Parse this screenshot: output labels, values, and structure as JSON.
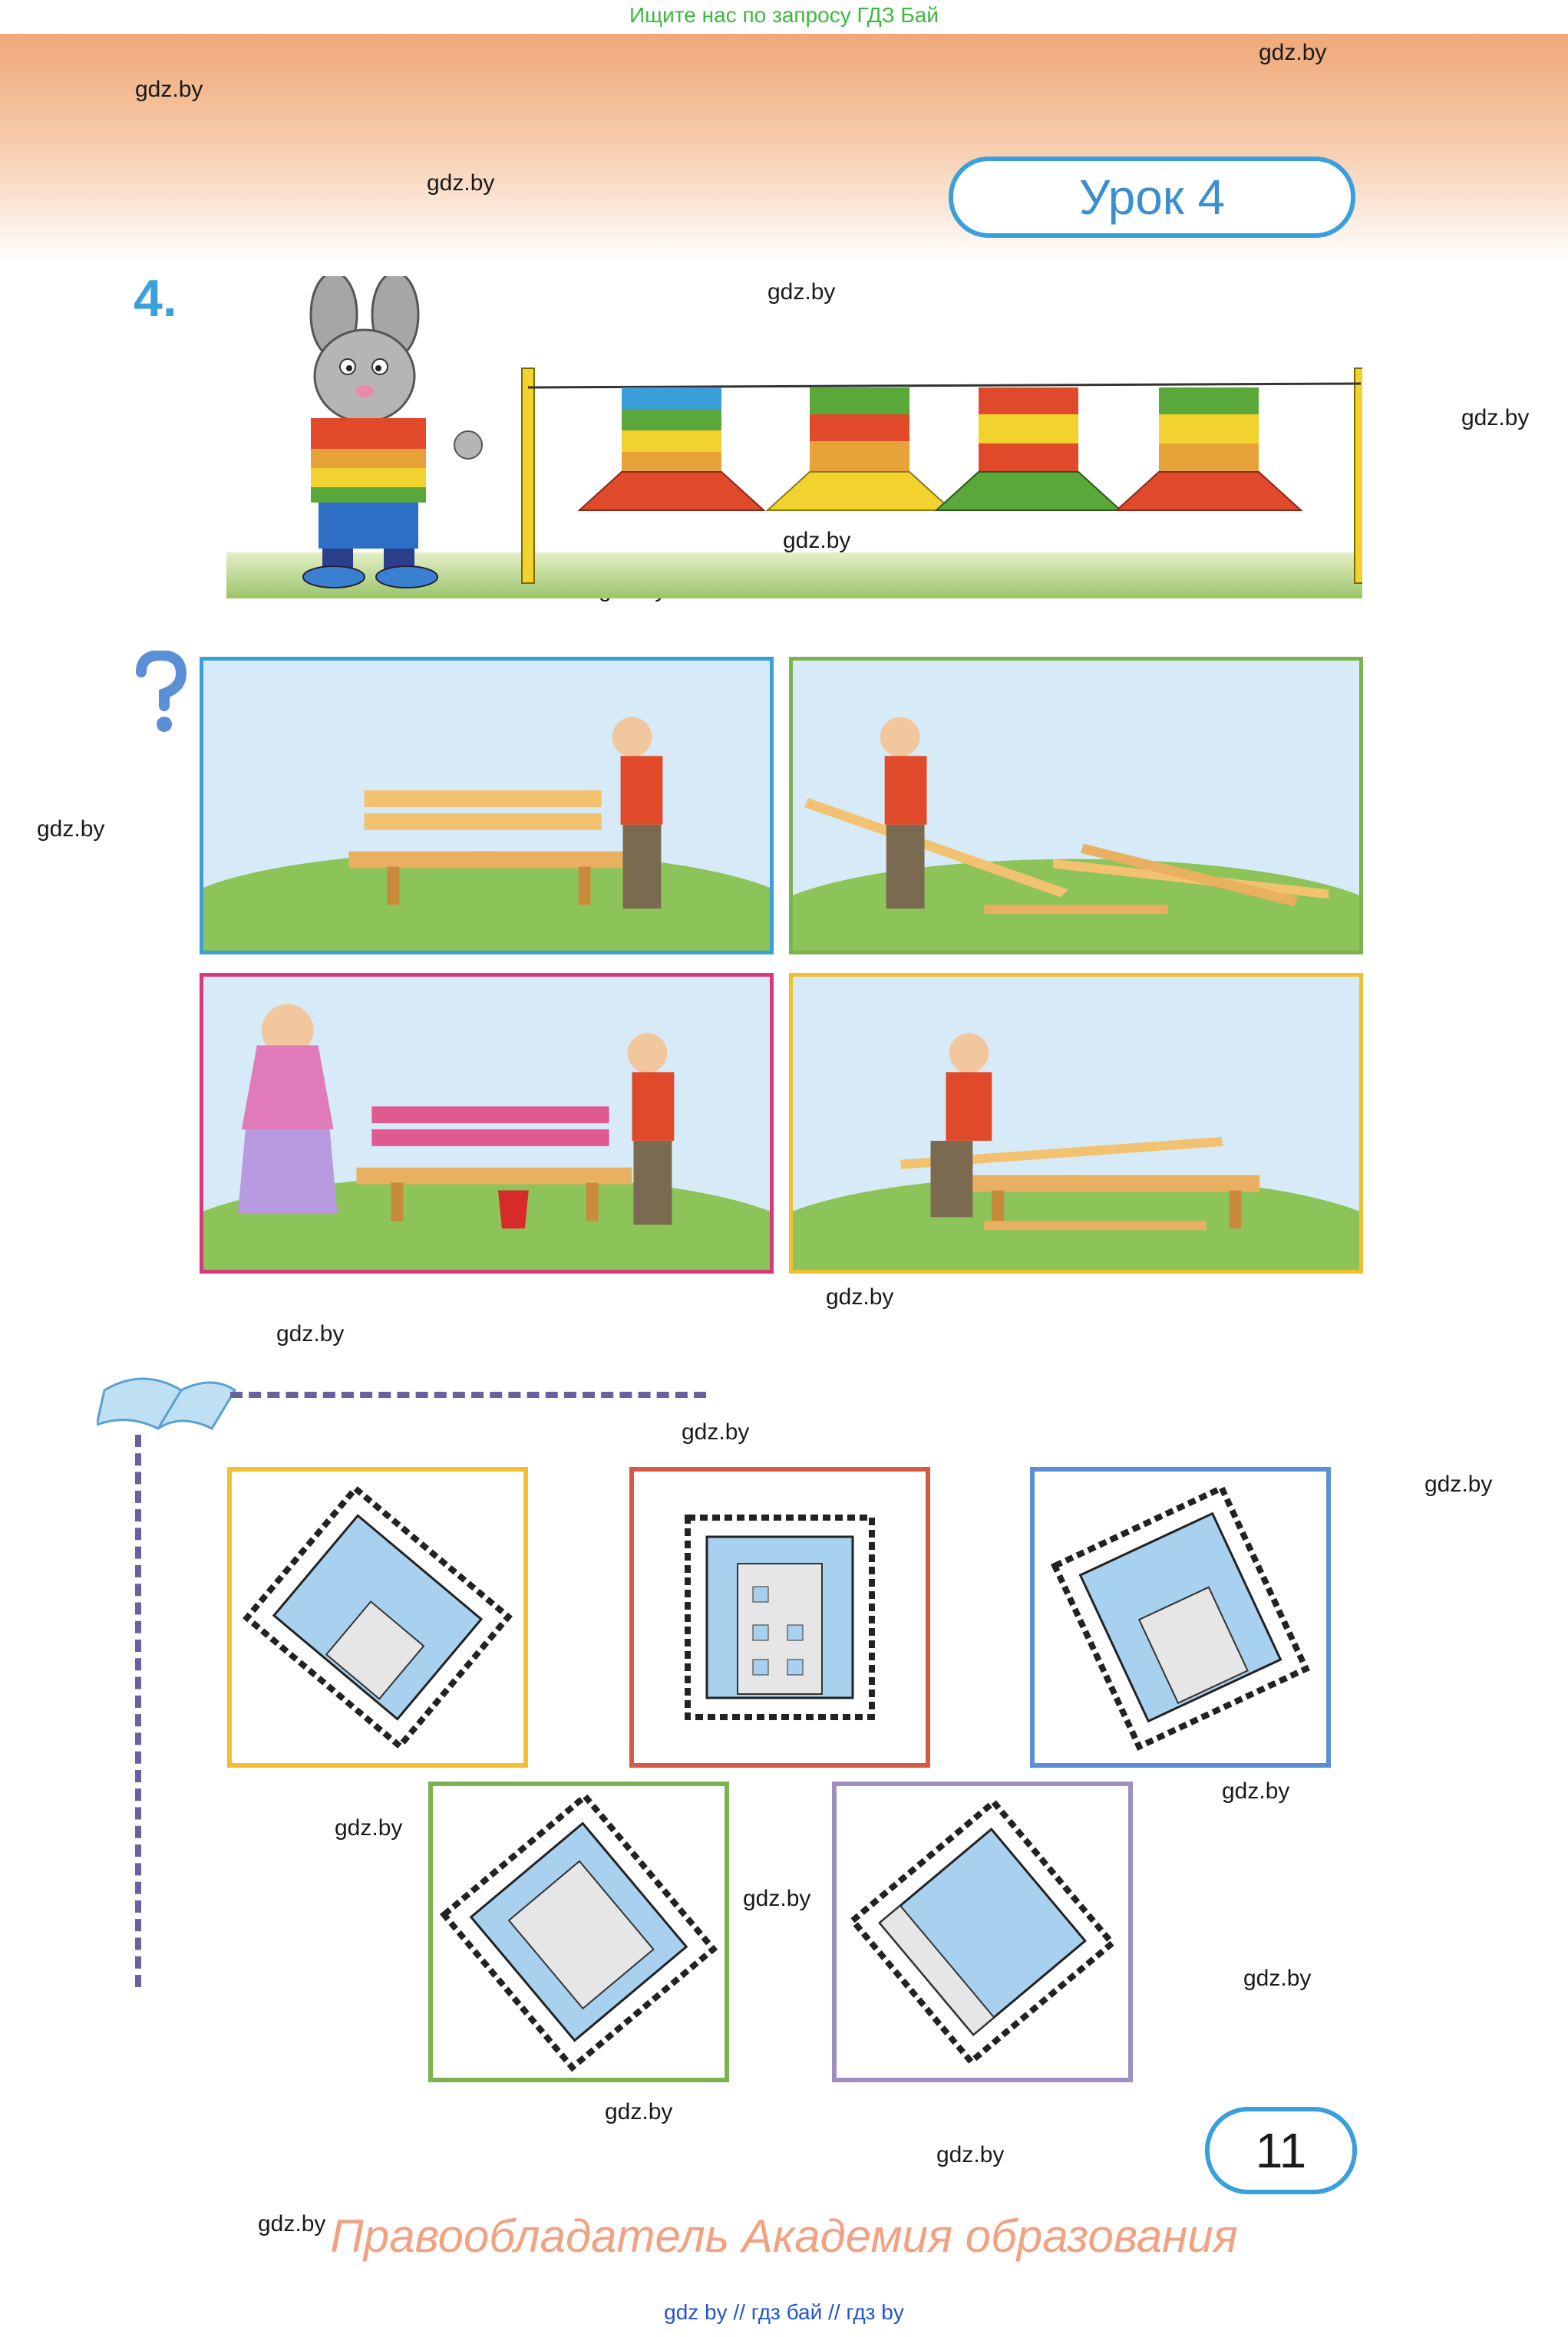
{
  "header": {
    "search_prompt": "Ищите нас по запросу ГДЗ Бай"
  },
  "watermark": "gdz.by",
  "lesson": {
    "title": "Урок 4"
  },
  "task": {
    "number": "4."
  },
  "page": {
    "number": "11"
  },
  "footer": {
    "rights": "Правообладатель Академия образования",
    "links": "gdz by  //  гдз бай  //  гдз by"
  },
  "colors": {
    "accent_blue": "#3aa0dc",
    "frame_blue": "#3aa0dc",
    "frame_green": "#7bb34f",
    "frame_pink": "#d63a7a",
    "frame_yellow": "#f2c02e",
    "frame_red": "#d65a44",
    "frame_purple": "#9e8fc0",
    "rights_text": "#f0a282"
  },
  "icons": {
    "question": "question-mark-icon",
    "book": "open-book-icon",
    "stamp": "postage-stamp-icon"
  }
}
